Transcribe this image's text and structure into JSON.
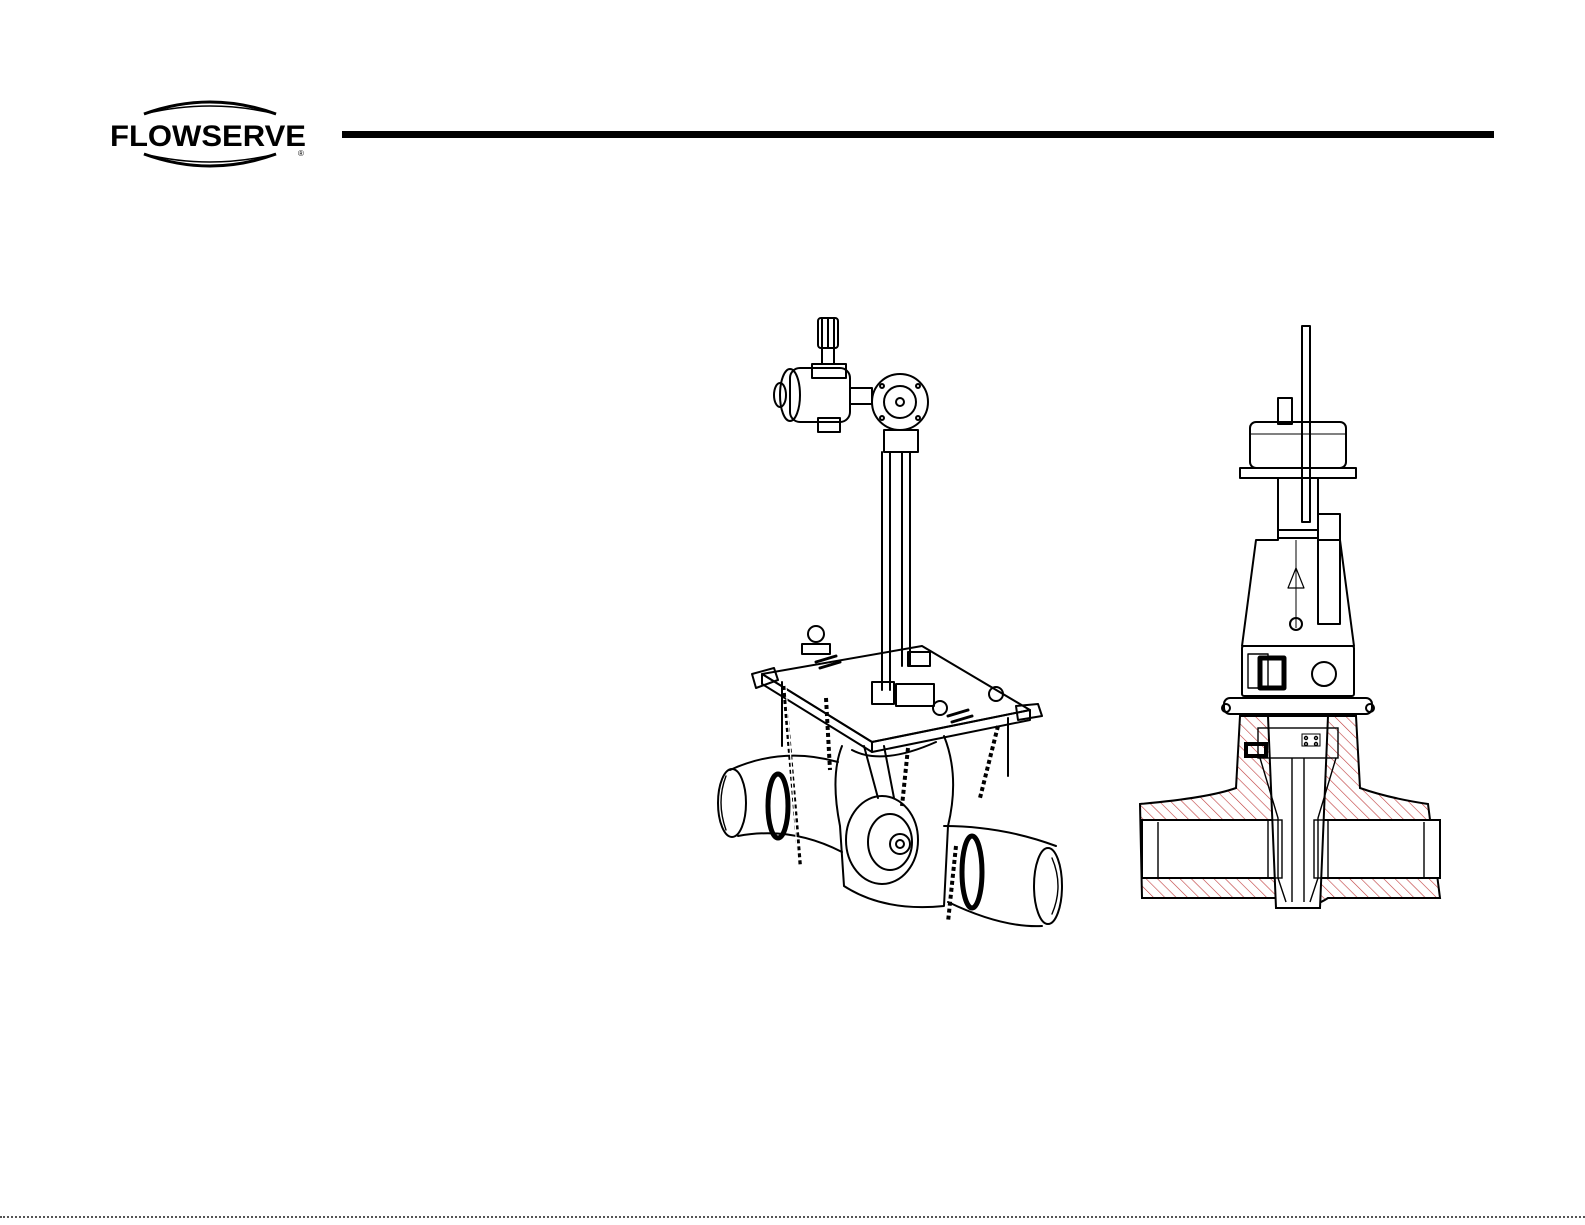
{
  "header": {
    "logo_text": "FLOWSERVE",
    "logo_mark": "®",
    "rule_color": "#000000"
  },
  "figures": [
    {
      "name": "valve-with-machining-fixture-illustration"
    },
    {
      "name": "valve-cross-section-illustration"
    }
  ],
  "colors": {
    "ink": "#000000",
    "hatch": "#bf3b3b",
    "paper": "#ffffff"
  }
}
